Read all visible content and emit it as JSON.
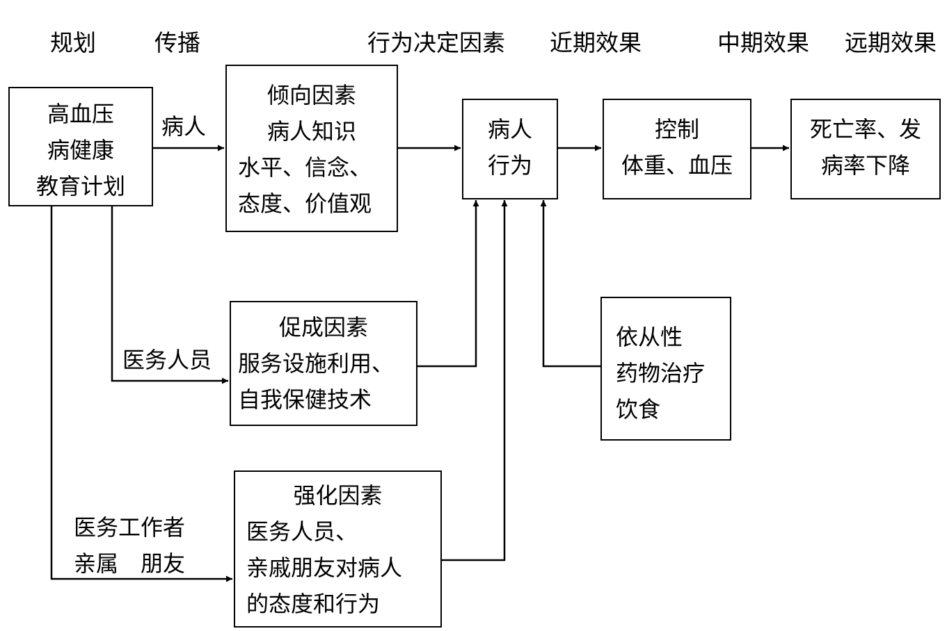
{
  "stage_headers": [
    "规划",
    "传播",
    "行为决定因素",
    "近期效果",
    "中期效果",
    "远期效果"
  ],
  "boxes": {
    "program": [
      "高血压",
      "病健康",
      "教育计划"
    ],
    "predisposing": [
      "倾向因素",
      "病人知识",
      "水平、信念、",
      "态度、价值观"
    ],
    "behavior": [
      "病人",
      "行为"
    ],
    "control": [
      "控制",
      "体重、血压"
    ],
    "outcome": [
      "死亡率、发",
      "病率下降"
    ],
    "enabling": [
      "促成因素",
      "服务设施利用、",
      "自我保健技术"
    ],
    "compliance": [
      "依从性",
      "药物治疗",
      "饮食"
    ],
    "reinforcing": [
      "强化因素",
      "医务人员、",
      "亲戚朋友对病人",
      "的态度和行为"
    ]
  },
  "channels": {
    "patient": "病人",
    "medical_staff": "医务人员",
    "workers": [
      "医务工作者",
      "亲属　朋友"
    ]
  }
}
